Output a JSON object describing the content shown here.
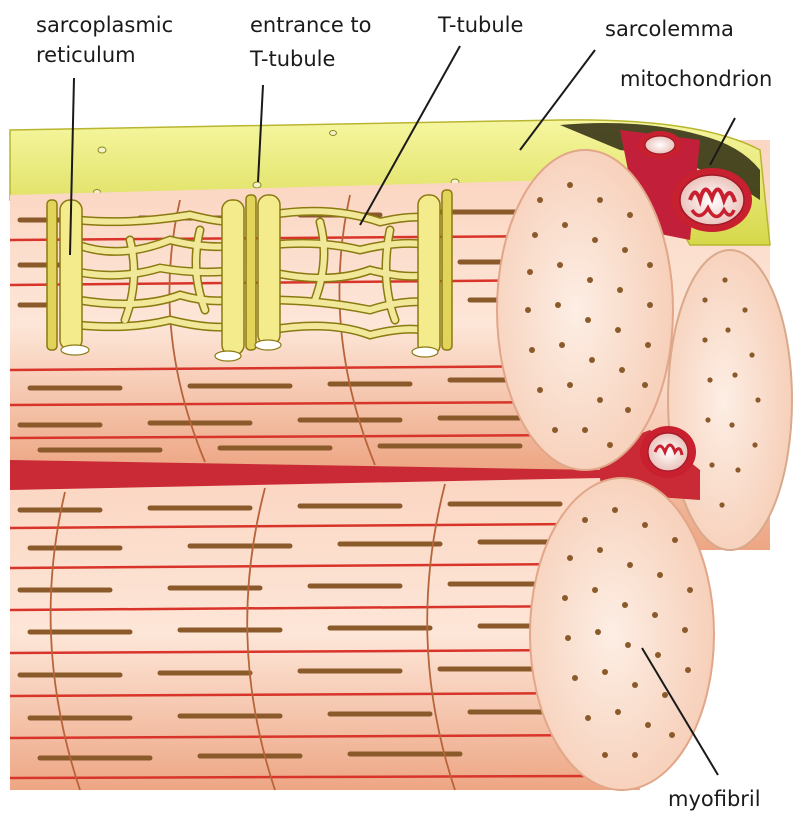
{
  "labels": {
    "sarcoplasmic_reticulum": [
      "sarcoplasmic",
      "reticulum"
    ],
    "entrance_to_t_tubule": [
      "entrance to",
      "T-tubule"
    ],
    "t_tubule": "T-tubule",
    "sarcolemma": "sarcolemma",
    "mitochondrion": "mitochondrion",
    "myofibril": "myofibril"
  },
  "colors": {
    "fibre_light": "#fde3d2",
    "fibre_mid": "#f3b996",
    "fibre_dark": "#e8916c",
    "sarcomere_band": "#8b5a2b",
    "red_band": "#d8342a",
    "sarcolemma_yellow": "#e6e85a",
    "reticulum_yellow": "#f2e89a",
    "mitochondrion_red": "#c8202f",
    "leader_line": "#1a1a1a"
  }
}
